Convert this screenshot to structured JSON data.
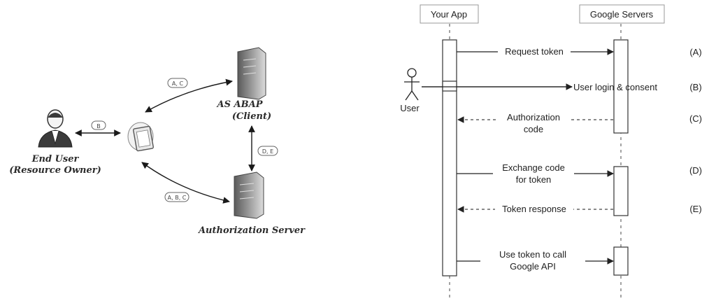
{
  "left_diagram": {
    "end_user_label": [
      "End User",
      "(Resource Owner)"
    ],
    "client_label": [
      "AS ABAP",
      "(Client)"
    ],
    "auth_server_label": "Authorization Server",
    "pill_user": "B",
    "pill_client": "A, C",
    "pill_server": "D, E",
    "pill_auth": "A, B, C"
  },
  "right_diagram": {
    "your_app": "Your App",
    "google_servers": "Google Servers",
    "user_label": "User",
    "messages": {
      "request_token": "Request token",
      "user_login": "User login & consent",
      "auth_code": [
        "Authorization",
        "code"
      ],
      "exchange": [
        "Exchange code",
        "for token"
      ],
      "token_response": "Token response",
      "use_token": [
        "Use token to call",
        "Google API"
      ]
    },
    "step_labels": [
      "(A)",
      "(B)",
      "(C)",
      "(D)",
      "(E)"
    ]
  }
}
